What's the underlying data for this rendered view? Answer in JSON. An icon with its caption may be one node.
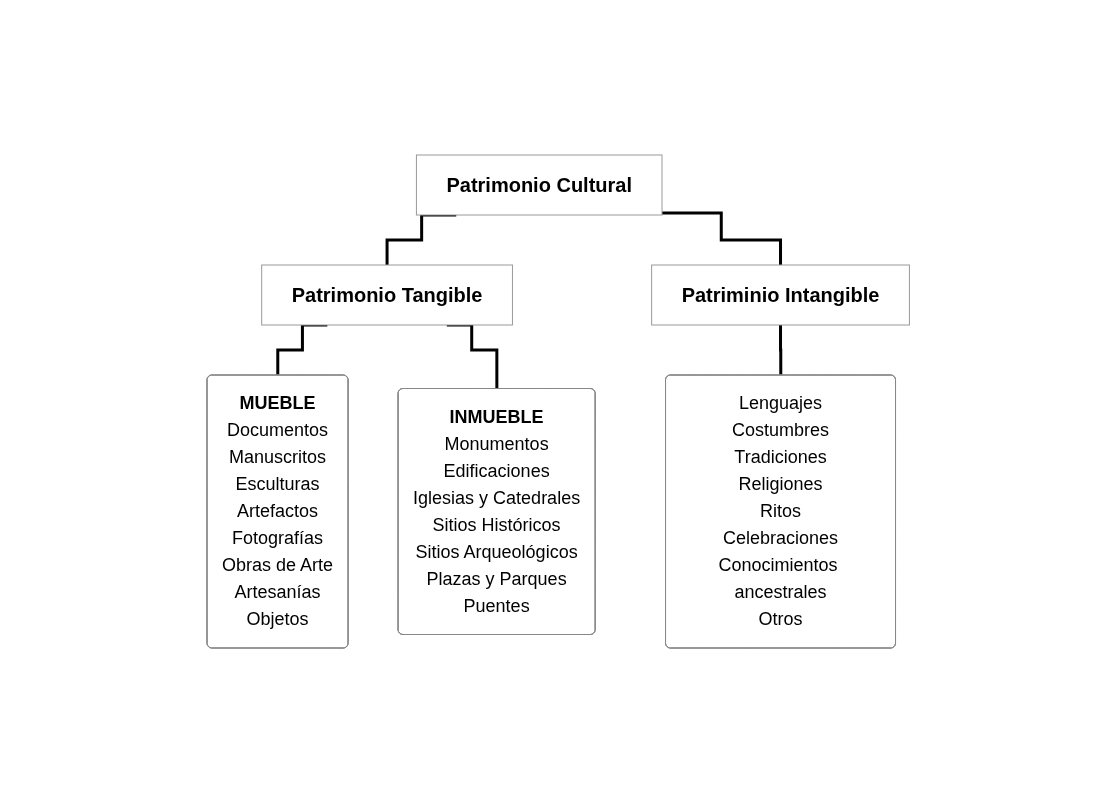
{
  "diagram": {
    "nodes": [
      {
        "text": [
          "Patrimonio Cultural"
        ]
      },
      {
        "text": [
          "Patrimonio Tangible"
        ]
      },
      {
        "text": [
          "Patriminio Intangible"
        ]
      },
      {
        "text": [
          "MUEBLE",
          "Documentos",
          "Manuscritos",
          "Esculturas",
          "Artefactos",
          "Fotografías",
          "Obras de Arte",
          "Artesanías",
          "Objetos"
        ]
      },
      {
        "text": [
          "INMUEBLE",
          "Monumentos",
          "Edificaciones",
          "Iglesias y Catedrales",
          "Sitios Históricos",
          "Sitios Arqueológicos",
          "Plazas y Parques",
          "Puentes"
        ]
      },
      {
        "text": [
          "Lenguajes",
          "Costumbres",
          "Tradiciones",
          "Religiones",
          "Ritos",
          "Celebraciones",
          "Conocimientos ancestrales",
          "Otros"
        ]
      }
    ],
    "edges": [
      {
        "from": 0,
        "to": 1,
        "arrow": "none"
      },
      {
        "from": 0,
        "to": 2,
        "arrow": "none"
      },
      {
        "from": 1,
        "to": 3,
        "arrow": "none"
      },
      {
        "from": 1,
        "to": 4,
        "arrow": "none"
      },
      {
        "from": 2,
        "to": 5,
        "arrow": "none"
      }
    ]
  }
}
